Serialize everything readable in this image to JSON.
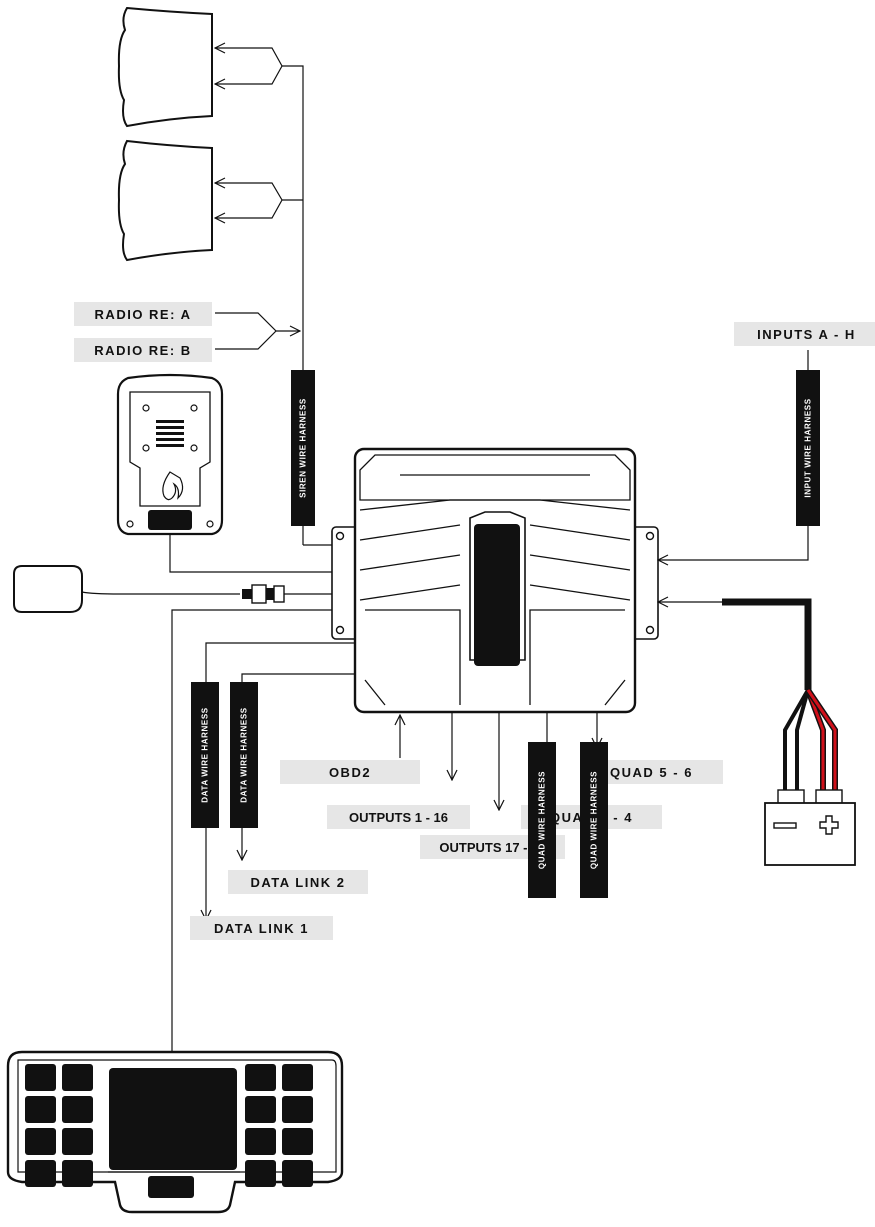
{
  "labels": {
    "radio_a": "RADIO RE: A",
    "radio_b": "RADIO RE: B",
    "inputs": "INPUTS A - H",
    "data_link_2": "DATA LINK 2",
    "data_link_1": "DATA LINK 1",
    "obd2": "OBD2",
    "outputs_1_16": "OUTPUTS 1 - 16",
    "outputs_17_32": "OUTPUTS 17 - 32",
    "quad_1_4": "QUAD 1 - 4",
    "quad_5_6": "QUAD 5 - 6"
  },
  "harnesses": {
    "siren": "SIREN WIRE HARNESS",
    "input": "INPUT WIRE HARNESS",
    "data_1": "DATA WIRE HARNESS",
    "data_2": "DATA WIRE HARNESS",
    "quad_1": "QUAD WIRE HARNESS",
    "quad_2": "QUAD WIRE HARNESS"
  },
  "icons": {
    "speaker_1": "speaker-horn-icon",
    "speaker_2": "speaker-horn-icon",
    "remote": "remote-module-icon",
    "gps_antenna": "gps-antenna-icon",
    "control_unit": "control-unit-icon",
    "battery": "battery-icon",
    "keypad": "keypad-controller-icon"
  },
  "colors": {
    "line": "#111111",
    "label_bg": "#e6e6e6",
    "harness_bg": "#111111",
    "positive_wire": "#d0101a"
  }
}
